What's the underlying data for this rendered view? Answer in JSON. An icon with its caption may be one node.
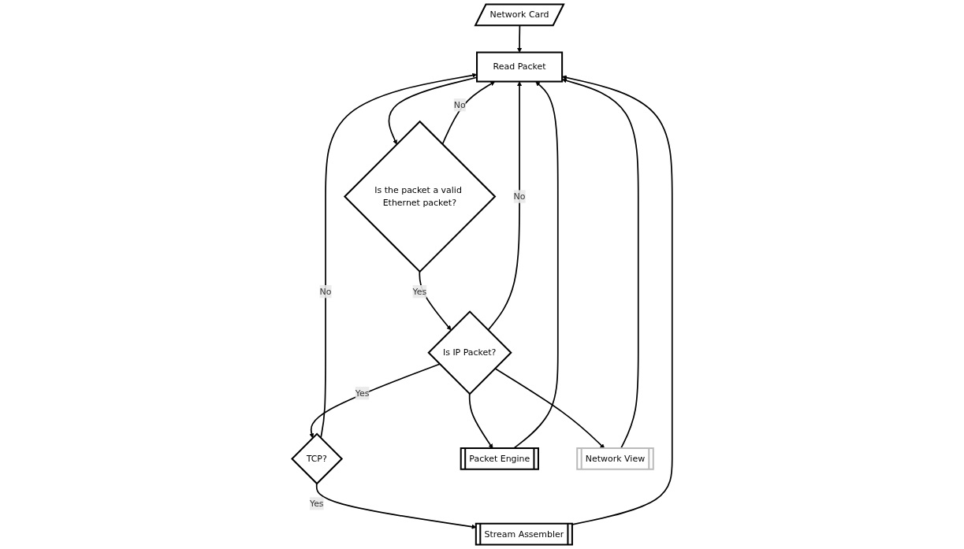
{
  "diagram": {
    "nodes": [
      {
        "text": [
          "Network Card"
        ]
      },
      {
        "text": [
          "Read Packet"
        ]
      },
      {
        "text": [
          "Is the packet a valid Ethernet packet?"
        ]
      },
      {
        "text": [
          "Stream Assembler"
        ]
      },
      {
        "text": [
          "Is IP Packet?"
        ]
      },
      {
        "text": [
          "TCP?"
        ]
      },
      {
        "text": [
          "Packet Engine"
        ]
      },
      {
        "text": [
          "Network View"
        ]
      }
    ],
    "edges": [
      {
        "from": 0,
        "to": 1,
        "arrow": "to"
      },
      {
        "from": 1,
        "to": 2,
        "arrow": "to"
      },
      {
        "from": 2,
        "to": 1,
        "label": "No",
        "arrow": "to"
      },
      {
        "from": 2,
        "to": 4,
        "label": "Yes",
        "arrow": "to"
      },
      {
        "from": 4,
        "to": 1,
        "label": "No",
        "arrow": "to"
      },
      {
        "from": 3,
        "to": 1,
        "arrow": "to"
      },
      {
        "from": 5,
        "to": 1,
        "label": "No",
        "arrow": "to"
      },
      {
        "from": 5,
        "to": 3,
        "label": "Yes",
        "arrow": "to"
      },
      {
        "from": 6,
        "to": 1,
        "arrow": "to"
      },
      {
        "from": 7,
        "to": 1,
        "arrow": "to"
      },
      {
        "from": 4,
        "to": 5,
        "label": "Yes",
        "arrow": "to"
      },
      {
        "from": 4,
        "to": 6,
        "arrow": "to"
      },
      {
        "from": 4,
        "to": 7,
        "arrow": "to"
      }
    ]
  }
}
